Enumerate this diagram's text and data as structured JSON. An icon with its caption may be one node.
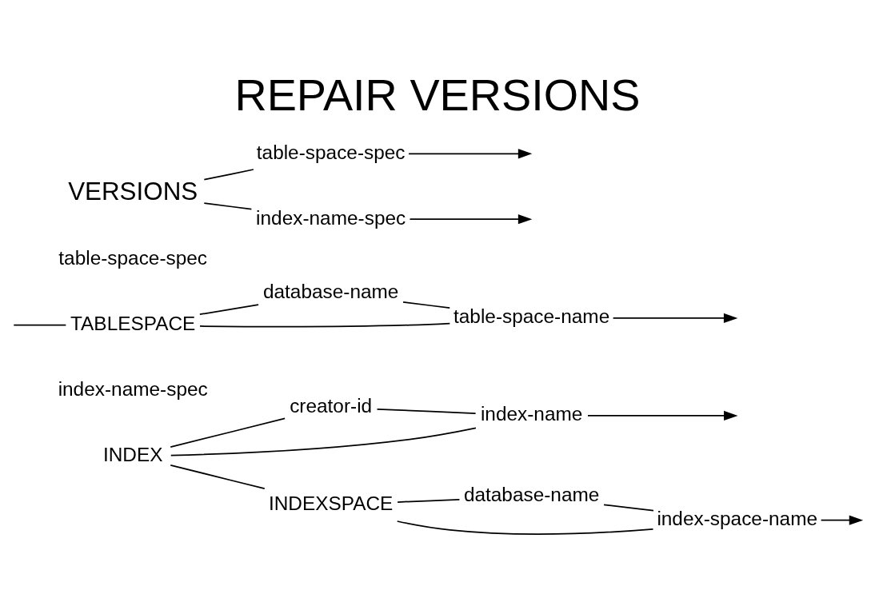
{
  "diagram": {
    "title": "REPAIR VERSIONS",
    "nodes": [
      {
        "text": [
          "VERSIONS"
        ]
      },
      {
        "text": [
          "table-space-spec"
        ]
      },
      {
        "text": [
          "index-name-spec"
        ]
      },
      {
        "text": [
          "TABLESPACE"
        ]
      },
      {
        "text": [
          "database-name"
        ]
      },
      {
        "text": [
          "table-space-name"
        ]
      },
      {
        "text": [
          "INDEX"
        ]
      },
      {
        "text": [
          "creator-id"
        ]
      },
      {
        "text": [
          "index-name"
        ]
      },
      {
        "text": [
          "INDEXSPACE"
        ]
      },
      {
        "text": [
          "database-name"
        ]
      },
      {
        "text": [
          "index-space-name"
        ]
      }
    ],
    "edges": [
      {
        "from": 0,
        "to": 1,
        "arrow": "none"
      },
      {
        "from": 0,
        "to": 2,
        "arrow": "none"
      },
      {
        "from": 1,
        "to": null,
        "arrow": "to"
      },
      {
        "from": 2,
        "to": null,
        "arrow": "to"
      },
      {
        "from": null,
        "to": 3,
        "arrow": "none"
      },
      {
        "from": 3,
        "to": 4,
        "arrow": "none"
      },
      {
        "from": 3,
        "to": 5,
        "arrow": "none"
      },
      {
        "from": 4,
        "to": 5,
        "arrow": "none"
      },
      {
        "from": 5,
        "to": null,
        "arrow": "to"
      },
      {
        "from": 6,
        "to": 9,
        "arrow": "none"
      },
      {
        "from": 6,
        "to": 7,
        "arrow": "none"
      },
      {
        "from": 6,
        "to": 8,
        "arrow": "none"
      },
      {
        "from": 7,
        "to": 8,
        "arrow": "none"
      },
      {
        "from": 8,
        "to": null,
        "arrow": "to"
      },
      {
        "from": 9,
        "to": 10,
        "arrow": "none"
      },
      {
        "from": 9,
        "to": 11,
        "arrow": "none"
      },
      {
        "from": 10,
        "to": 11,
        "arrow": "none"
      },
      {
        "from": 11,
        "to": null,
        "arrow": "to"
      }
    ],
    "labels": [
      "table-space-spec",
      "index-name-spec"
    ]
  }
}
